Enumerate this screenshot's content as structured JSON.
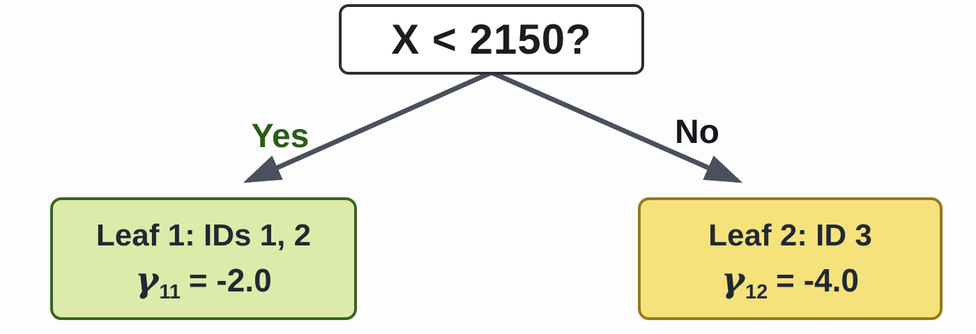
{
  "diagram": {
    "type": "decision-tree",
    "root": {
      "label": "X < 2150?"
    },
    "branches": [
      {
        "label": "Yes"
      },
      {
        "label": "No"
      }
    ],
    "leaves": [
      {
        "title": "Leaf 1: IDs 1, 2",
        "gamma_symbol": "γ",
        "gamma_subscript": "11",
        "equation_rest": " = -2.0"
      },
      {
        "title": "Leaf 2: ID 3",
        "gamma_symbol": "γ",
        "gamma_subscript": "12",
        "equation_rest": " = -4.0"
      }
    ]
  },
  "colors": {
    "background": "#fdfdfd",
    "root_fill": "#ffffff",
    "root_border": "#2b2e33",
    "root_text": "#1c1d20",
    "arrow": "#4a515c",
    "yes_label": "#2b5c17",
    "no_label": "#14181d",
    "leaf1_fill": "#dcebaa",
    "leaf1_border": "#386421",
    "leaf2_fill": "#f6e27b",
    "leaf2_border": "#97791c",
    "leaf_text": "#222831"
  }
}
